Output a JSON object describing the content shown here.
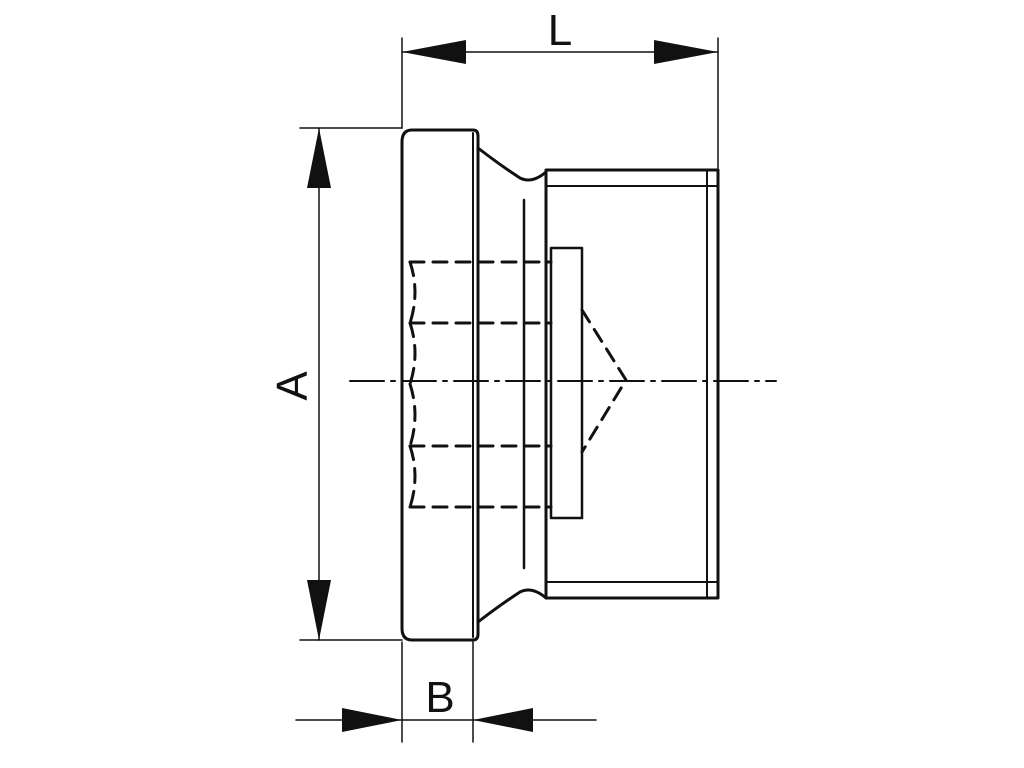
{
  "drawing": {
    "title": "",
    "line_color": "#111111",
    "background": "#ffffff"
  },
  "dimensions": {
    "length_label": "L",
    "diameter_label": "A",
    "flange_label": "B"
  }
}
